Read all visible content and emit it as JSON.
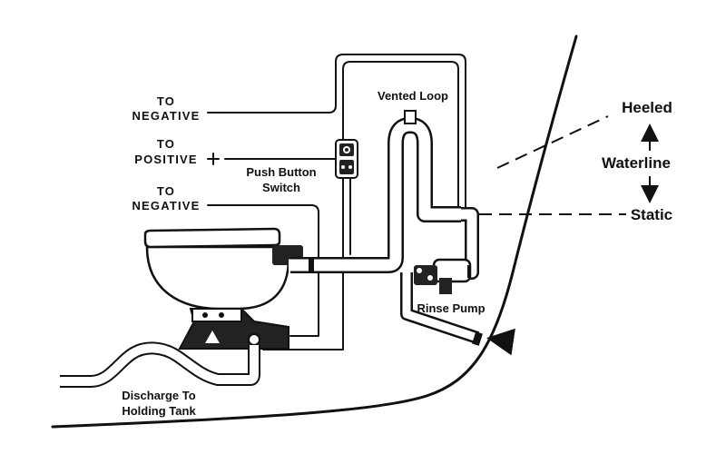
{
  "labels": {
    "to_negative_top": [
      "TO",
      "NEGATIVE"
    ],
    "to_positive": [
      "TO",
      "POSITIVE"
    ],
    "to_negative_bottom": [
      "TO",
      "NEGATIVE"
    ],
    "push_button_switch": [
      "Push Button",
      "Switch"
    ],
    "vented_loop": "Vented Loop",
    "rinse_pump": "Rinse Pump",
    "discharge": [
      "Discharge To",
      "Holding Tank"
    ],
    "heeled": "Heeled",
    "waterline": "Waterline",
    "static": "Static"
  },
  "colors": {
    "ink": "#111111",
    "background": "#ffffff"
  }
}
